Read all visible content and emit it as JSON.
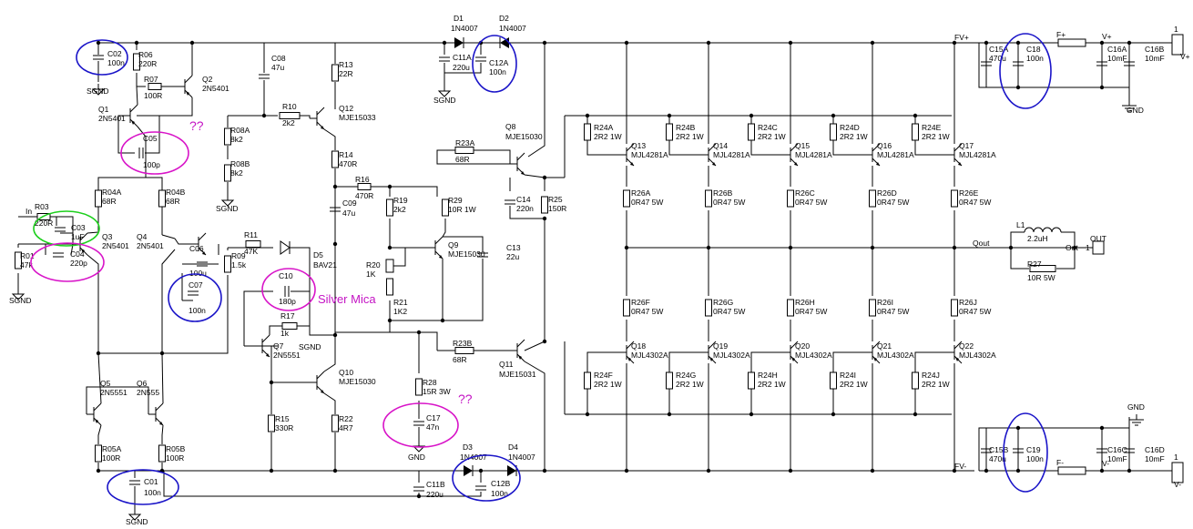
{
  "labels": {
    "rails": {
      "vp": "V+",
      "vn": "V-",
      "fvp": "FV+",
      "fvn": "FV-",
      "fp": "F+",
      "fn": "F-",
      "one": "1",
      "out": "OUT",
      "out1": "Out",
      "qout": "Qout",
      "in": "In",
      "sgnd": "SGND",
      "gnd": "GND"
    },
    "components": [
      [
        "C02",
        "100n"
      ],
      [
        "R06",
        "220R"
      ],
      [
        "R07",
        "100R"
      ],
      [
        "Q2",
        "2N5401"
      ],
      [
        "C08",
        "47u"
      ],
      [
        "R13",
        "22R"
      ],
      [
        "D1",
        "1N4007"
      ],
      [
        "D2",
        "1N4007"
      ],
      [
        "C11A",
        "220u"
      ],
      [
        "C12A",
        "100n"
      ],
      [
        "C15A",
        "470u"
      ],
      [
        "C18",
        "100n"
      ],
      [
        "C16A",
        "10mF"
      ],
      [
        "C16B",
        "10mF"
      ],
      [
        "F+",
        ""
      ],
      [
        "Q1",
        "2N5401"
      ],
      [
        "R10",
        "2k2"
      ],
      [
        "Q12",
        "MJE15033"
      ],
      [
        "R08A",
        "8k2"
      ],
      [
        "R08B",
        "8k2"
      ],
      [
        "C05",
        "100p"
      ],
      [
        "Q8",
        "MJE15030"
      ],
      [
        "R14",
        "470R"
      ],
      [
        "R23A",
        "68R"
      ],
      [
        "R24A",
        "2R2 1W"
      ],
      [
        "R24B",
        "2R2 1W"
      ],
      [
        "R24C",
        "2R2 1W"
      ],
      [
        "R24D",
        "2R2 1W"
      ],
      [
        "R24E",
        "2R2 1W"
      ],
      [
        "Q13",
        "MJL4281A"
      ],
      [
        "Q14",
        "MJL4281A"
      ],
      [
        "Q15",
        "MJL4281A"
      ],
      [
        "Q16",
        "MJL4281A"
      ],
      [
        "Q17",
        "MJL4281A"
      ],
      [
        "R16",
        "470R"
      ],
      [
        "R19",
        "2k2"
      ],
      [
        "R29",
        "10R 1W"
      ],
      [
        "C14",
        "220n"
      ],
      [
        "R25",
        "150R"
      ],
      [
        "C09",
        "47u"
      ],
      [
        "R26A",
        "0R47 5W"
      ],
      [
        "R26B",
        "0R47 5W"
      ],
      [
        "R26C",
        "0R47 5W"
      ],
      [
        "R26D",
        "0R47 5W"
      ],
      [
        "R26E",
        "0R47 5W"
      ],
      [
        "R04A",
        "68R"
      ],
      [
        "R04B",
        "68R"
      ],
      [
        "R03",
        "220R"
      ],
      [
        "C03",
        "1uF"
      ],
      [
        "Q3",
        "2N5401"
      ],
      [
        "Q4",
        "2N5401"
      ],
      [
        "R01",
        "47k"
      ],
      [
        "C04",
        "220p"
      ],
      [
        "C06",
        "100u"
      ],
      [
        "R09",
        "1.5k"
      ],
      [
        "R11",
        "47K"
      ],
      [
        "D5",
        "BAV21"
      ],
      [
        "C07",
        "100n"
      ],
      [
        "C10",
        "180p"
      ],
      [
        "Q9",
        "MJE15030"
      ],
      [
        "C13",
        "22u"
      ],
      [
        "R20",
        "1K"
      ],
      [
        "R21",
        "1K2"
      ],
      [
        "L1",
        "2.2uH"
      ],
      [
        "R27",
        "10R 5W"
      ],
      [
        "R17",
        "1k"
      ],
      [
        "Q7",
        "2N5551"
      ],
      [
        "Q10",
        "MJE15030"
      ],
      [
        "R23B",
        "68R"
      ],
      [
        "Q11",
        "MJE15031"
      ],
      [
        "R26F",
        "0R47 5W"
      ],
      [
        "R26G",
        "0R47 5W"
      ],
      [
        "R26H",
        "0R47 5W"
      ],
      [
        "R26I",
        "0R47 5W"
      ],
      [
        "R26J",
        "0R47 5W"
      ],
      [
        "Q18",
        "MJL4302A"
      ],
      [
        "Q19",
        "MJL4302A"
      ],
      [
        "Q20",
        "MJL4302A"
      ],
      [
        "Q21",
        "MJL4302A"
      ],
      [
        "Q22",
        "MJL4302A"
      ],
      [
        "Q5",
        "2N5551"
      ],
      [
        "Q6",
        "2N555"
      ],
      [
        "R24F",
        "2R2 1W"
      ],
      [
        "R24G",
        "2R2 1W"
      ],
      [
        "R24H",
        "2R2 1W"
      ],
      [
        "R24I",
        "2R2 1W"
      ],
      [
        "R24J",
        "2R2 1W"
      ],
      [
        "R15",
        "330R"
      ],
      [
        "R22",
        "4R7"
      ],
      [
        "R28",
        "15R 3W"
      ],
      [
        "C17",
        "47n"
      ],
      [
        "R05A",
        "100R"
      ],
      [
        "R05B",
        "100R"
      ],
      [
        "C01",
        "100n"
      ],
      [
        "D3",
        "1N4007"
      ],
      [
        "D4",
        "1N4007"
      ],
      [
        "C11B",
        "220u"
      ],
      [
        "C12B",
        "100n"
      ],
      [
        "C15B",
        "470u"
      ],
      [
        "C19",
        "100n"
      ],
      [
        "C16C",
        "10mF"
      ],
      [
        "C16D",
        "10mF"
      ]
    ],
    "annotations": {
      "silver_mica": "Silver Mica",
      "question": "??"
    }
  },
  "colors": {
    "wire": "#000000",
    "circle_blue": "#1a14c8",
    "circle_magenta": "#d814c8",
    "circle_green": "#1ccf1c",
    "note": "#c414c4"
  }
}
